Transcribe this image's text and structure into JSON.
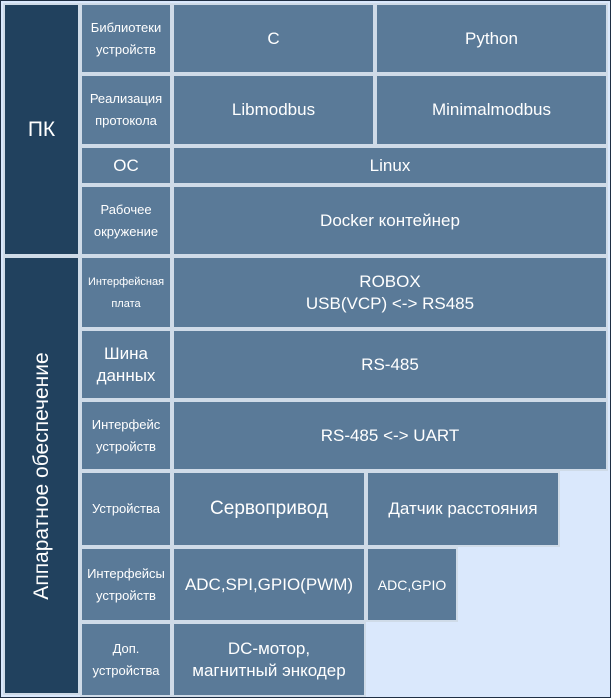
{
  "groups": {
    "pc": "ПК",
    "hardware": "Аппаратное обеспечение"
  },
  "rows": {
    "libraries": {
      "label": [
        "Библиотеки",
        "устройств"
      ],
      "values": [
        "C",
        "Python"
      ]
    },
    "protocol": {
      "label": [
        "Реализация",
        "протокола"
      ],
      "values": [
        "Libmodbus",
        "Minimalmodbus"
      ]
    },
    "os": {
      "label": "ОС",
      "value": "Linux"
    },
    "environment": {
      "label": [
        "Рабочее",
        "окружение"
      ],
      "value": "Docker контейнер"
    },
    "interface_board": {
      "label": [
        "Интерфейсная",
        "плата"
      ],
      "value": [
        "ROBOX",
        "USB(VCP) <-> RS485"
      ]
    },
    "data_bus": {
      "label": [
        "Шина",
        "данных"
      ],
      "value": "RS-485"
    },
    "device_interface": {
      "label": [
        "Интерфейс",
        "устройств"
      ],
      "value": "RS-485 <-> UART"
    },
    "devices": {
      "label": "Устройства",
      "values": [
        "Сервопривод",
        "Датчик расстояния"
      ]
    },
    "device_interfaces": {
      "label": [
        "Интерфейсы",
        "устройств"
      ],
      "values": [
        "ADC,SPI,GPIO(PWM)",
        "ADC,GPIO"
      ]
    },
    "extra_devices": {
      "label": [
        "Доп.",
        "устройства"
      ],
      "value": [
        "DC-мотор,",
        "магнитный энкодер"
      ]
    }
  },
  "colors": {
    "side_fill": "#21415e",
    "cell_fill": "#5a7a98",
    "cell_border": "#cfdbe8",
    "background": "#dae8fc"
  }
}
